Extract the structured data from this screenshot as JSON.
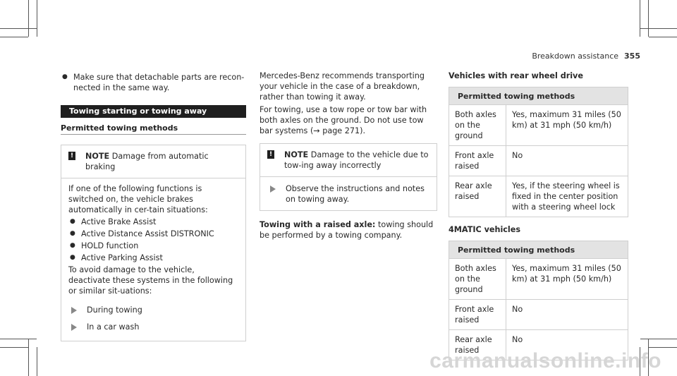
{
  "header": {
    "title": "Breakdown assistance",
    "page": "355"
  },
  "left": {
    "intro_bullet": "Make sure that detachable parts are recon-\nnected in the same way.",
    "section_title": "Towing starting or towing away",
    "subsection_title": "Permitted towing methods",
    "note": {
      "label": "NOTE",
      "title": "Damage from automatic braking",
      "text": "If one of the following functions is switched on, the vehicle brakes automatically in cer-tain situations:",
      "items": [
        "Active Brake Assist",
        "Active Distance Assist DISTRONIC",
        "HOLD function",
        "Active Parking Assist"
      ],
      "text2": "To avoid damage to the vehicle, deactivate these systems in the following or similar sit-uations:",
      "actions": [
        "During towing",
        "In a car wash"
      ]
    }
  },
  "middle": {
    "para1": "Mercedes-Benz recommends transporting your vehicle in the case of a breakdown, rather than towing it away.",
    "para2": "For towing, use a tow rope or tow bar with both axles on the ground. Do not use tow bar systems (→ page 271).",
    "note": {
      "label": "NOTE",
      "title": "Damage to the vehicle due to tow-ing away incorrectly",
      "action": "Observe the instructions and notes on towing away."
    },
    "raised_bold": "Towing with a raised axle:",
    "raised_text": " towing should be performed by a towing company."
  },
  "right": {
    "rear_title": "Vehicles with rear wheel drive",
    "table1": {
      "header": "Permitted towing methods",
      "rows": [
        [
          "Both axles on the ground",
          "Yes, maximum 31 miles (50 km) at 31 mph (50 km/h)"
        ],
        [
          "Front axle raised",
          "No"
        ],
        [
          "Rear axle raised",
          "Yes, if the steering wheel is fixed in the center position with a steering wheel lock"
        ]
      ]
    },
    "matic_title": "4MATIC vehicles",
    "table2": {
      "header": "Permitted towing methods",
      "rows": [
        [
          "Both axles on the ground",
          "Yes, maximum 31 miles (50 km) at 31 mph (50 km/h)"
        ],
        [
          "Front axle raised",
          "No"
        ],
        [
          "Rear axle raised",
          "No"
        ]
      ]
    }
  },
  "watermark": "carmanualsonline.info"
}
